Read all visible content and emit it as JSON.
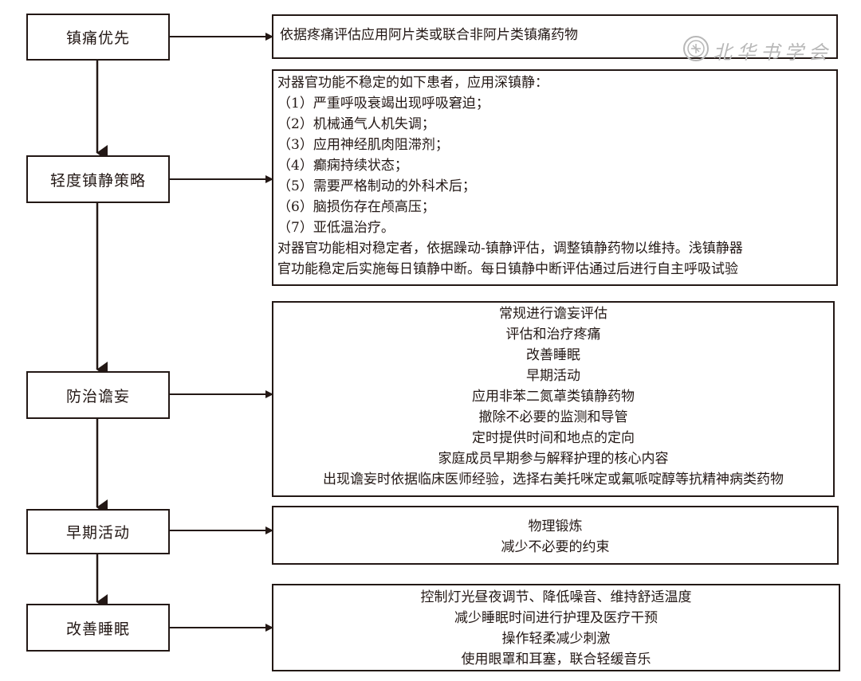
{
  "diagram": {
    "steps": [
      {
        "label": "镇痛优先",
        "details": [
          "依据疼痛评估应用阿片类或联合非阿片类镇痛药物"
        ]
      },
      {
        "label": "轻度镇静策略",
        "details": [
          "对器官功能不稳定的如下患者，应用深镇静：",
          "（1）严重呼吸衰竭出现呼吸窘迫；",
          "（2）机械通气人机失调；",
          "（3）应用神经肌肉阻滞剂；",
          "（4）癫痫持续状态；",
          "（5）需要严格制动的外科术后；",
          "（6）脑损伤存在颅高压；",
          "（7）亚低温治疗。",
          "对器官功能相对稳定者，依据躁动-镇静评估，调整镇静药物以维持。浅镇静器",
          "官功能稳定后实施每日镇静中断。每日镇静中断评估通过后进行自主呼吸试验"
        ]
      },
      {
        "label": "防治谵妄",
        "details": [
          "常规进行谵妄评估",
          "评估和治疗疼痛",
          "改善睡眠",
          "早期活动",
          "应用非苯二氮䓬类镇静药物",
          "撤除不必要的监测和导管",
          "定时提供时间和地点的定向",
          "家庭成员早期参与解释护理的核心内容",
          "出现谵妄时依据临床医师经验，选择右美托咪定或氟哌啶醇等抗精神病类药物"
        ]
      },
      {
        "label": "早期活动",
        "details": [
          "物理锻炼",
          "减少不必要的约束"
        ]
      },
      {
        "label": "改善睡眠",
        "details": [
          "控制灯光昼夜调节、降低噪音、维持舒适温度",
          "减少睡眠时间进行护理及医疗干预",
          "操作轻柔减少刺激",
          "使用眼罩和耳塞，联合轻缓音乐"
        ]
      }
    ]
  },
  "watermark": {
    "text": "北华书学会",
    "icon": "seal-icon"
  },
  "colors": {
    "line": "#231815",
    "watermark": "#b8b8b8"
  }
}
